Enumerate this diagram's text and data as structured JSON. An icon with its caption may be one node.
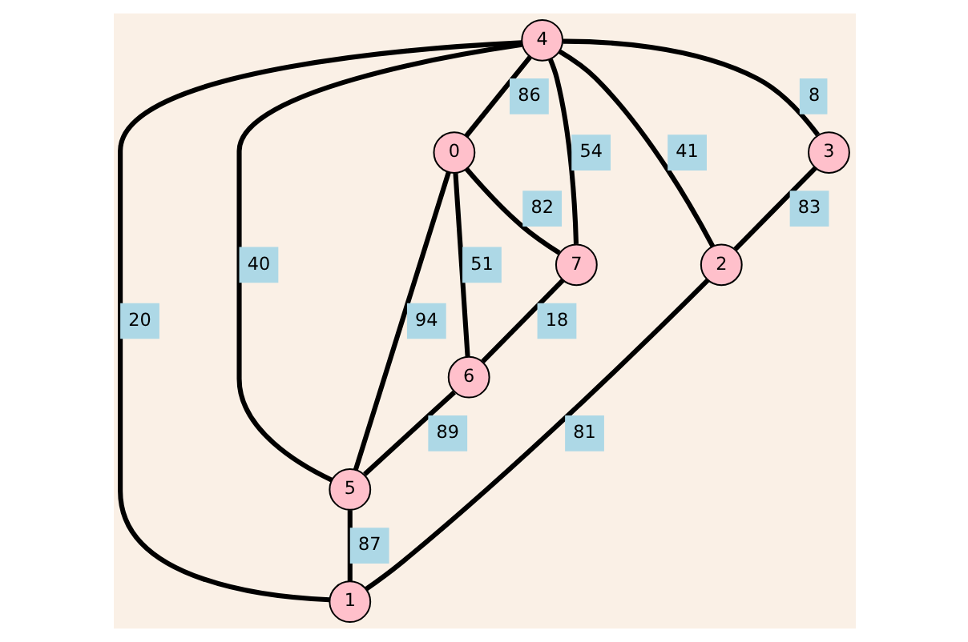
{
  "diagram": {
    "nodes": [
      {
        "text": [
          "0"
        ]
      },
      {
        "text": [
          "1"
        ]
      },
      {
        "text": [
          "2"
        ]
      },
      {
        "text": [
          "3"
        ]
      },
      {
        "text": [
          "4"
        ]
      },
      {
        "text": [
          "5"
        ]
      },
      {
        "text": [
          "6"
        ]
      },
      {
        "text": [
          "7"
        ]
      }
    ],
    "edges": [
      {
        "from": 4,
        "to": 7,
        "arrow": "none",
        "label": "54"
      },
      {
        "from": 0,
        "to": 7,
        "arrow": "none",
        "label": "82"
      },
      {
        "from": 7,
        "to": 6,
        "arrow": "none",
        "label": "18"
      },
      {
        "from": 4,
        "to": 0,
        "arrow": "none",
        "label": "86"
      },
      {
        "from": 0,
        "to": 6,
        "arrow": "none",
        "label": "51"
      },
      {
        "from": 4,
        "to": 5,
        "arrow": "none",
        "label": "40"
      },
      {
        "from": 0,
        "to": 5,
        "arrow": "none",
        "label": "94"
      },
      {
        "from": 6,
        "to": 5,
        "arrow": "none",
        "label": "89"
      },
      {
        "from": 4,
        "to": 3,
        "arrow": "none",
        "label": "8"
      },
      {
        "from": 4,
        "to": 2,
        "arrow": "none",
        "label": "41"
      },
      {
        "from": 4,
        "to": 1,
        "arrow": "none",
        "label": "20"
      },
      {
        "from": 5,
        "to": 1,
        "arrow": "none",
        "label": "87"
      },
      {
        "from": 3,
        "to": 2,
        "arrow": "none",
        "label": "83"
      },
      {
        "from": 2,
        "to": 1,
        "arrow": "none",
        "label": "81"
      }
    ]
  }
}
